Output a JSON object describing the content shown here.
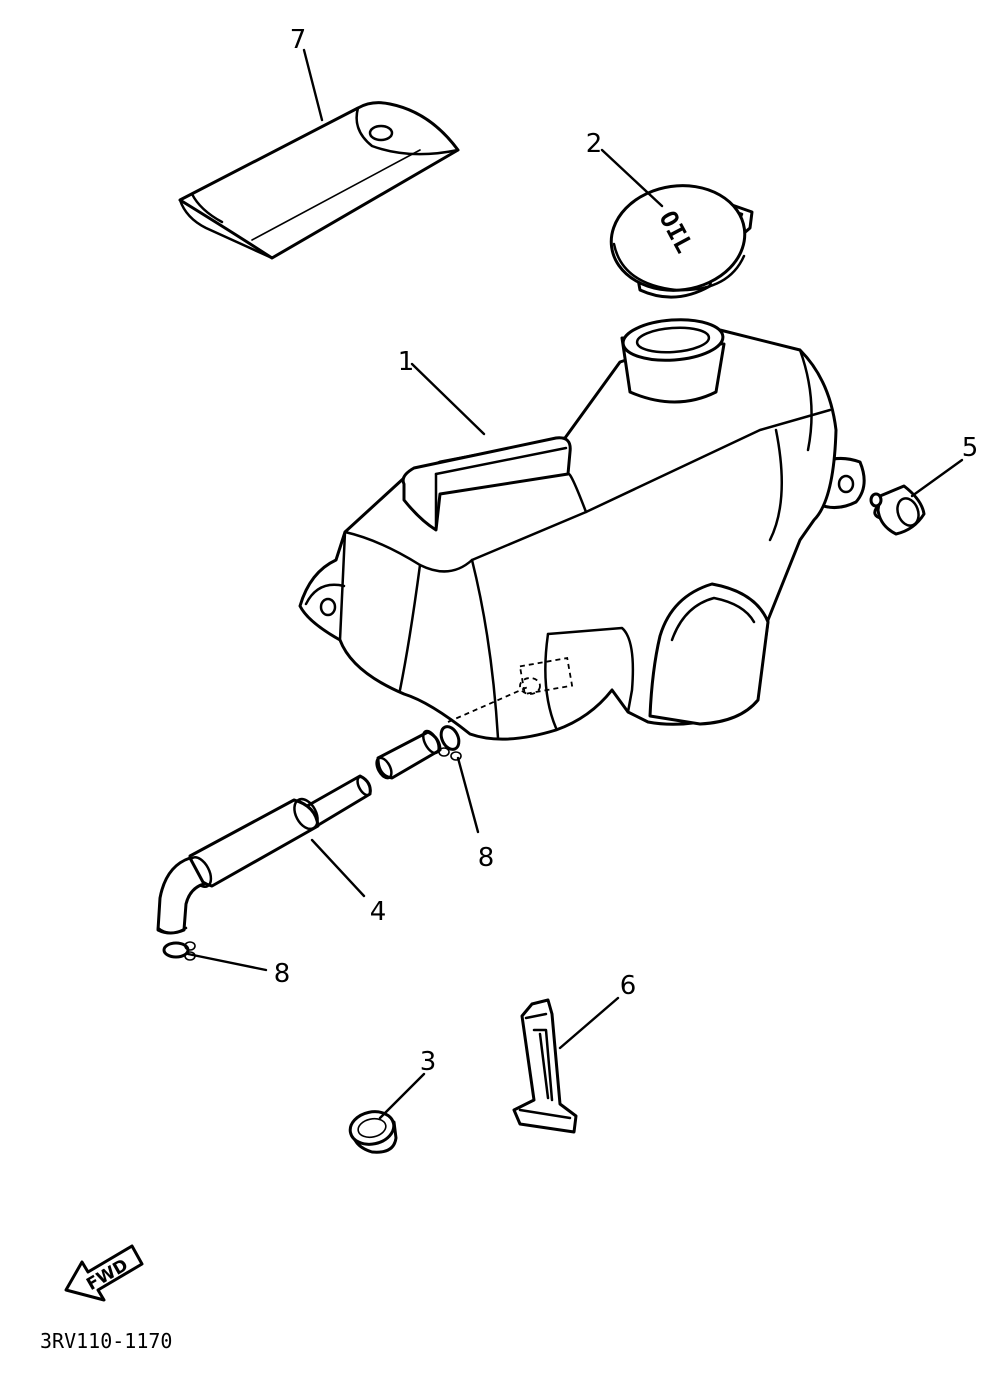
{
  "diagram": {
    "drawing_number": "3RV110-1170",
    "direction_label": "FWD",
    "cap_marking": "OIL",
    "callouts": {
      "c1": "1",
      "c2": "2",
      "c3": "3",
      "c4": "4",
      "c5": "5",
      "c6": "6",
      "c7": "7",
      "c8a": "8",
      "c8b": "8"
    }
  }
}
